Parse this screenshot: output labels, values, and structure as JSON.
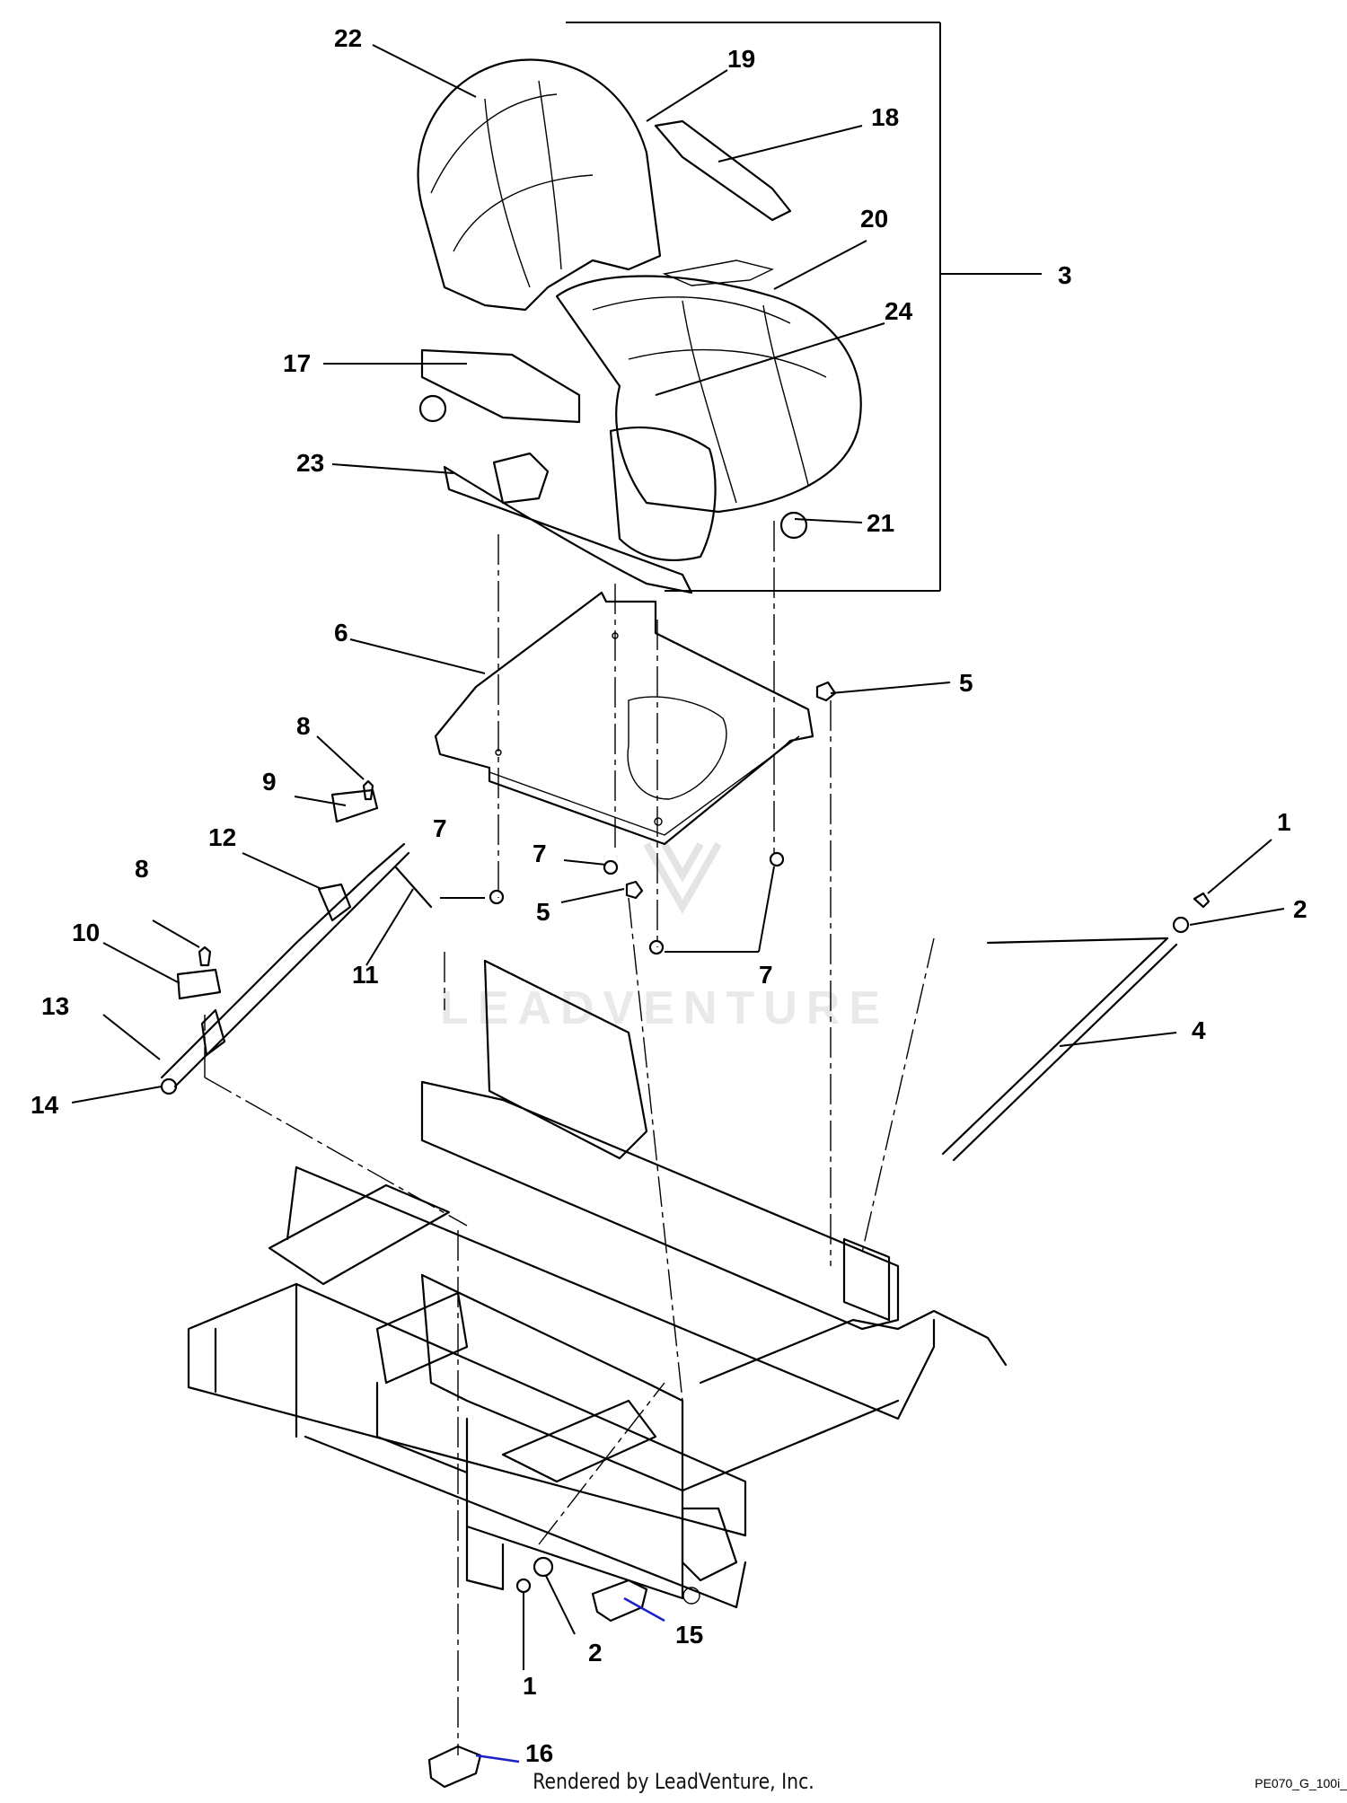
{
  "diagram": {
    "callouts": [
      {
        "id": "c22",
        "label": "22"
      },
      {
        "id": "c19",
        "label": "19"
      },
      {
        "id": "c18",
        "label": "18"
      },
      {
        "id": "c20",
        "label": "20"
      },
      {
        "id": "c3",
        "label": "3"
      },
      {
        "id": "c24",
        "label": "24"
      },
      {
        "id": "c17",
        "label": "17"
      },
      {
        "id": "c23",
        "label": "23"
      },
      {
        "id": "c21",
        "label": "21"
      },
      {
        "id": "c6",
        "label": "6"
      },
      {
        "id": "c5a",
        "label": "5"
      },
      {
        "id": "c8a",
        "label": "8"
      },
      {
        "id": "c9",
        "label": "9"
      },
      {
        "id": "c12",
        "label": "12"
      },
      {
        "id": "c7a",
        "label": "7"
      },
      {
        "id": "c7b",
        "label": "7"
      },
      {
        "id": "c8b",
        "label": "8"
      },
      {
        "id": "c10",
        "label": "10"
      },
      {
        "id": "c5b",
        "label": "5"
      },
      {
        "id": "c11",
        "label": "11"
      },
      {
        "id": "c7c",
        "label": "7"
      },
      {
        "id": "c1a",
        "label": "1"
      },
      {
        "id": "c2a",
        "label": "2"
      },
      {
        "id": "c13",
        "label": "13"
      },
      {
        "id": "c4",
        "label": "4"
      },
      {
        "id": "c14",
        "label": "14"
      },
      {
        "id": "c15",
        "label": "15"
      },
      {
        "id": "c2b",
        "label": "2"
      },
      {
        "id": "c1b",
        "label": "1"
      },
      {
        "id": "c16",
        "label": "16"
      }
    ],
    "watermark": "LEADVENTURE"
  },
  "footer": {
    "credit": "Rendered by LeadVenture, Inc.",
    "drawing_code": "PE070_G_100i_"
  }
}
